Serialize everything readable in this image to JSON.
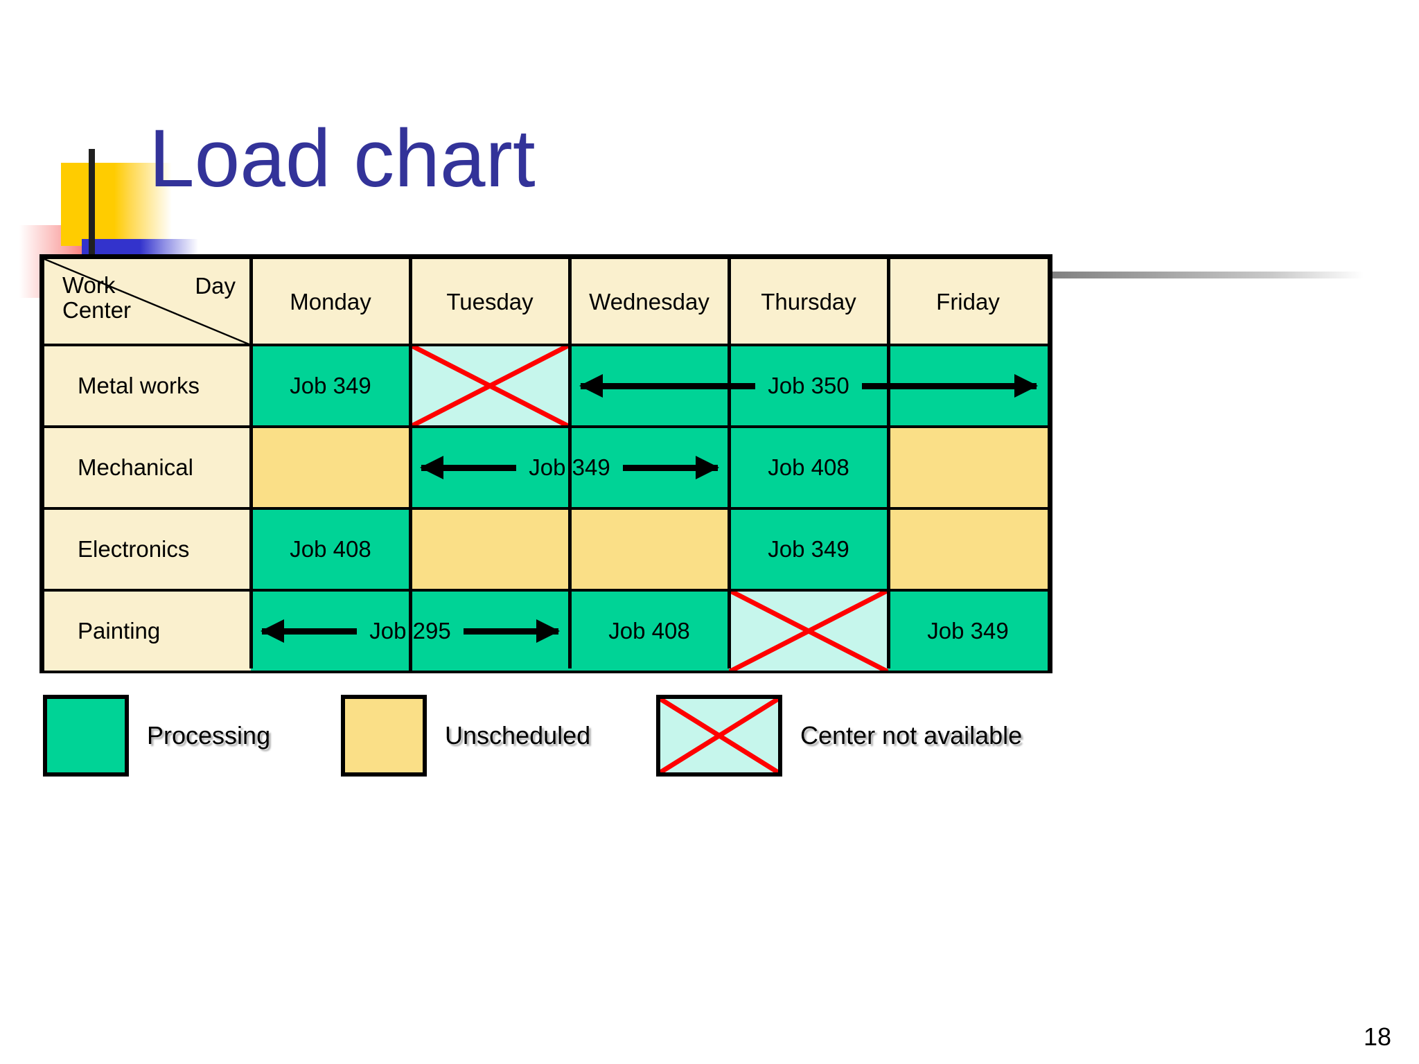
{
  "slide": {
    "title": "Load chart",
    "page_number": "18"
  },
  "colors": {
    "title": "#333399",
    "processing": "#00D396",
    "unscheduled": "#FADF87",
    "not_available": "#C6F6EC",
    "not_available_x": "#FF0000",
    "row_label_bg": "#FAF0CE",
    "border": "#000000"
  },
  "table": {
    "corner": {
      "row_header": "Work\nCenter",
      "row_header_line1": "Work",
      "row_header_line2": "Center",
      "col_header": "Day"
    },
    "columns": [
      "Monday",
      "Tuesday",
      "Wednesday",
      "Thursday",
      "Friday"
    ],
    "rows": [
      {
        "label": "Metal works",
        "cells": [
          {
            "day": "Monday",
            "state": "processing",
            "label": "Job 349"
          },
          {
            "day": "Tuesday",
            "state": "not_available",
            "label": ""
          },
          {
            "day": "Wednesday",
            "state": "processing",
            "label": ""
          },
          {
            "day": "Thursday",
            "state": "processing",
            "label": ""
          },
          {
            "day": "Friday",
            "state": "processing",
            "label": ""
          }
        ],
        "spans": [
          {
            "label": "Job 350",
            "from": "Wednesday",
            "to": "Friday",
            "arrows": "both"
          }
        ]
      },
      {
        "label": "Mechanical",
        "cells": [
          {
            "day": "Monday",
            "state": "unscheduled",
            "label": ""
          },
          {
            "day": "Tuesday",
            "state": "processing",
            "label": ""
          },
          {
            "day": "Wednesday",
            "state": "processing",
            "label": ""
          },
          {
            "day": "Thursday",
            "state": "processing",
            "label": "Job 408"
          },
          {
            "day": "Friday",
            "state": "unscheduled",
            "label": ""
          }
        ],
        "spans": [
          {
            "label": "Job 349",
            "from": "Tuesday",
            "to": "Wednesday",
            "arrows": "both"
          }
        ]
      },
      {
        "label": "Electronics",
        "cells": [
          {
            "day": "Monday",
            "state": "processing",
            "label": "Job 408"
          },
          {
            "day": "Tuesday",
            "state": "unscheduled",
            "label": ""
          },
          {
            "day": "Wednesday",
            "state": "unscheduled",
            "label": ""
          },
          {
            "day": "Thursday",
            "state": "processing",
            "label": "Job 349"
          },
          {
            "day": "Friday",
            "state": "unscheduled",
            "label": ""
          }
        ],
        "spans": []
      },
      {
        "label": "Painting",
        "cells": [
          {
            "day": "Monday",
            "state": "processing",
            "label": ""
          },
          {
            "day": "Tuesday",
            "state": "processing",
            "label": ""
          },
          {
            "day": "Wednesday",
            "state": "processing",
            "label": "Job 408"
          },
          {
            "day": "Thursday",
            "state": "not_available",
            "label": ""
          },
          {
            "day": "Friday",
            "state": "processing",
            "label": "Job 349"
          }
        ],
        "spans": [
          {
            "label": "Job 295",
            "from": "Monday",
            "to": "Tuesday",
            "arrows": "both"
          }
        ]
      }
    ]
  },
  "legend": [
    {
      "swatch": "processing",
      "label": "Processing"
    },
    {
      "swatch": "unscheduled",
      "label": "Unscheduled"
    },
    {
      "swatch": "not_available",
      "label": "Center not available"
    }
  ]
}
